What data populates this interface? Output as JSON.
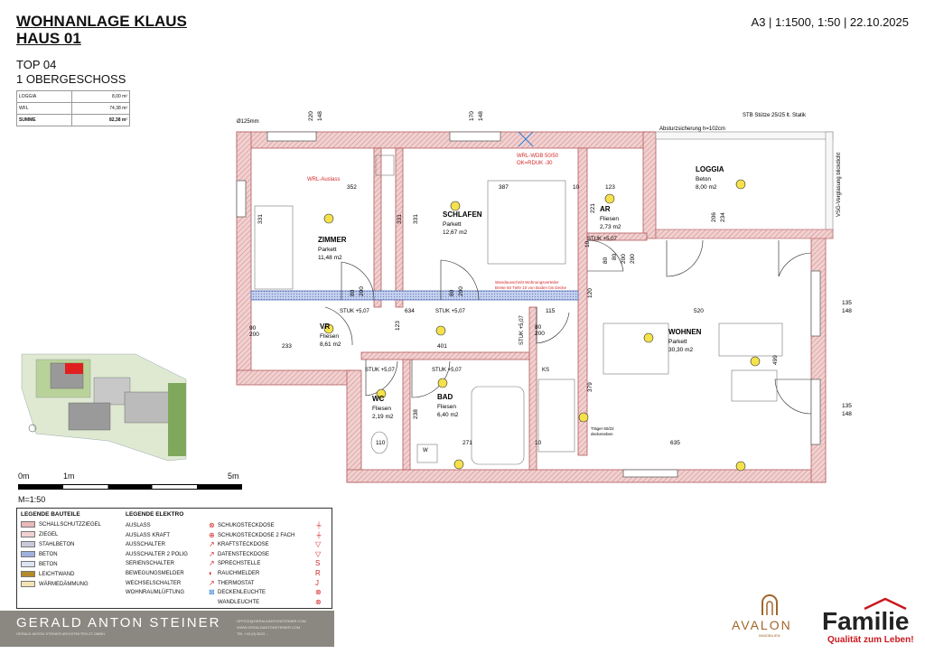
{
  "header": {
    "project_line1": "WOHNANLAGE KLAUS",
    "project_line2": "HAUS 01",
    "meta": "A3 | 1:1500, 1:50 | 22.10.2025",
    "unit_line1": "TOP 04",
    "unit_line2": "1 OBERGESCHOSS"
  },
  "area_table": [
    {
      "label": "LOGGIA",
      "value": "8,00 m²"
    },
    {
      "label": "WFL",
      "value": "74,38 m²"
    },
    {
      "label": "SUMME",
      "value": "82,38 m²"
    }
  ],
  "rooms": [
    {
      "name": "ZIMMER",
      "floor": "Parkett",
      "area": "11,48 m2"
    },
    {
      "name": "SCHLAFEN",
      "floor": "Parkett",
      "area": "12,67 m2"
    },
    {
      "name": "AR",
      "floor": "Fliesen",
      "area": "2,73 m2"
    },
    {
      "name": "LOGGIA",
      "floor": "Beton",
      "area": "8,00 m2"
    },
    {
      "name": "VR",
      "floor": "Fliesen",
      "area": "8,61 m2"
    },
    {
      "name": "WOHNEN",
      "floor": "Parkett",
      "area": "30,30 m2"
    },
    {
      "name": "WC",
      "floor": "Fliesen",
      "area": "2,19 m2"
    },
    {
      "name": "BAD",
      "floor": "Fliesen",
      "area": "6,40 m2"
    }
  ],
  "plan_labels": {
    "pipe": "Ø125mm",
    "absturz": "Absturzsicherung h=102cm",
    "stb": "STB Stütze 25/25 lt. Statik",
    "wrl_auslass": "WRL-Auslass",
    "wrl_wdb": "WRL-WDB 50/50",
    "ok_rdok": "OK=RDUK -30",
    "vsg": "VSG-Verglasung blickdicht",
    "stuk1": "STUK +5,07",
    "stuk2": "STUK +5,07",
    "stuk3": "STUK +5,07",
    "stuk4": "STUK +5,07",
    "stuk5": "STUK +5,07",
    "stuk6": "STUK +5,07",
    "ks": "KS",
    "w": "W",
    "traeger": "Träger 60/22",
    "traeger2": "deckeneben",
    "verteiler": "Wandausschnitt Wohnungsverteiler",
    "verteiler2": "Breite 60 Tiefe 10 von Boden bis Decke"
  },
  "dimensions": {
    "d352": "352",
    "d387": "387",
    "d10a": "10",
    "d123": "123",
    "d331a": "331",
    "d331b": "331",
    "d331c": "331",
    "d221": "221",
    "d80a": "80",
    "d200a": "200",
    "d80b": "80",
    "d200b": "200",
    "d80c": "80",
    "d200c": "200",
    "d634": "634",
    "d115": "115",
    "d520": "520",
    "d90": "90",
    "d200d": "200",
    "d233": "233",
    "d123b": "123",
    "d401": "401",
    "d80d": "80",
    "d200e": "200",
    "d379": "379",
    "d120": "120",
    "d238": "238",
    "d271": "271",
    "d110": "110",
    "d10b": "10",
    "d635": "635",
    "d499": "499",
    "d10c": "10",
    "d80e": "80",
    "d200f": "200",
    "d135a": "135",
    "d148a": "148",
    "d135b": "135",
    "d148b": "148",
    "d220": "220",
    "d148c": "148",
    "d170": "170",
    "d148d": "148",
    "d206": "206",
    "d234": "234"
  },
  "overview_map": {
    "scale": "M=1:50"
  },
  "scale_bar": {
    "t0": "0m",
    "t1": "1m",
    "t5": "5m",
    "label": "M=1:50"
  },
  "legend": {
    "bauteile_title": "LEGENDE BAUTEILE",
    "elektro_title": "LEGENDE ELEKTRO",
    "bauteile": [
      {
        "label": "SCHALLSCHUTZZIEGEL",
        "color": "#e9b8b8"
      },
      {
        "label": "ZIEGEL",
        "color": "#f2d0d0"
      },
      {
        "label": "STAHLBETON",
        "color": "#c9c9de"
      },
      {
        "label": "BETON",
        "color": "#9fb2df"
      },
      {
        "label": "BETON",
        "color": "#dde3f4"
      },
      {
        "label": "LEICHTWAND",
        "color": "#b58a2a"
      },
      {
        "label": "WÄRMEDÄMMUNG",
        "color": "#f3e3b3"
      }
    ],
    "elektro_col1": [
      "AUSLASS",
      "AUSLASS KRAFT",
      "AUSSCHALTER",
      "AUSSCHALTER 2 POLIG",
      "SERIENSCHALTER",
      "BEWEGUNGSMELDER",
      "WECHSELSCHALTER",
      "WOHNRAUMLÜFTUNG"
    ],
    "elektro_col2": [
      "SCHUKOSTECKDOSE",
      "SCHUKOSTECKDOSE 2 FACH",
      "KRAFTSTECKDOSE",
      "DATENSTECKDOSE",
      "SPRECHSTELLE",
      "RAUCHMELDER",
      "THERMOSTAT",
      "DECKENLEUCHTE",
      "WANDLEUCHTE"
    ]
  },
  "footer": {
    "architect": "GERALD ANTON STEINER",
    "architect_sub": "GERALD ANTON STEINER ARCHITEKTEN ZT-GMBH",
    "contact1": "OFFICE@GERALDANTONSTEINER.COM",
    "contact2": "WWW.GERALDANTONSTEINER.COM",
    "contact3": "TEL +43 (0) 5523 ...",
    "avalon": "AVALON",
    "avalon_sub": "IMMOBILIEN",
    "familie": "Familie",
    "familie_sub": "Qualität zum Leben!"
  },
  "colors": {
    "wall": "#e9b8b8",
    "wall_stroke": "#b35a5a",
    "insulation": "#f3e3b3",
    "concrete": "#9fb2df",
    "light_yellow": "#f5e24b",
    "red_annot": "#d42a2a",
    "map_green": "#b9d29a",
    "map_red": "#e02020"
  }
}
